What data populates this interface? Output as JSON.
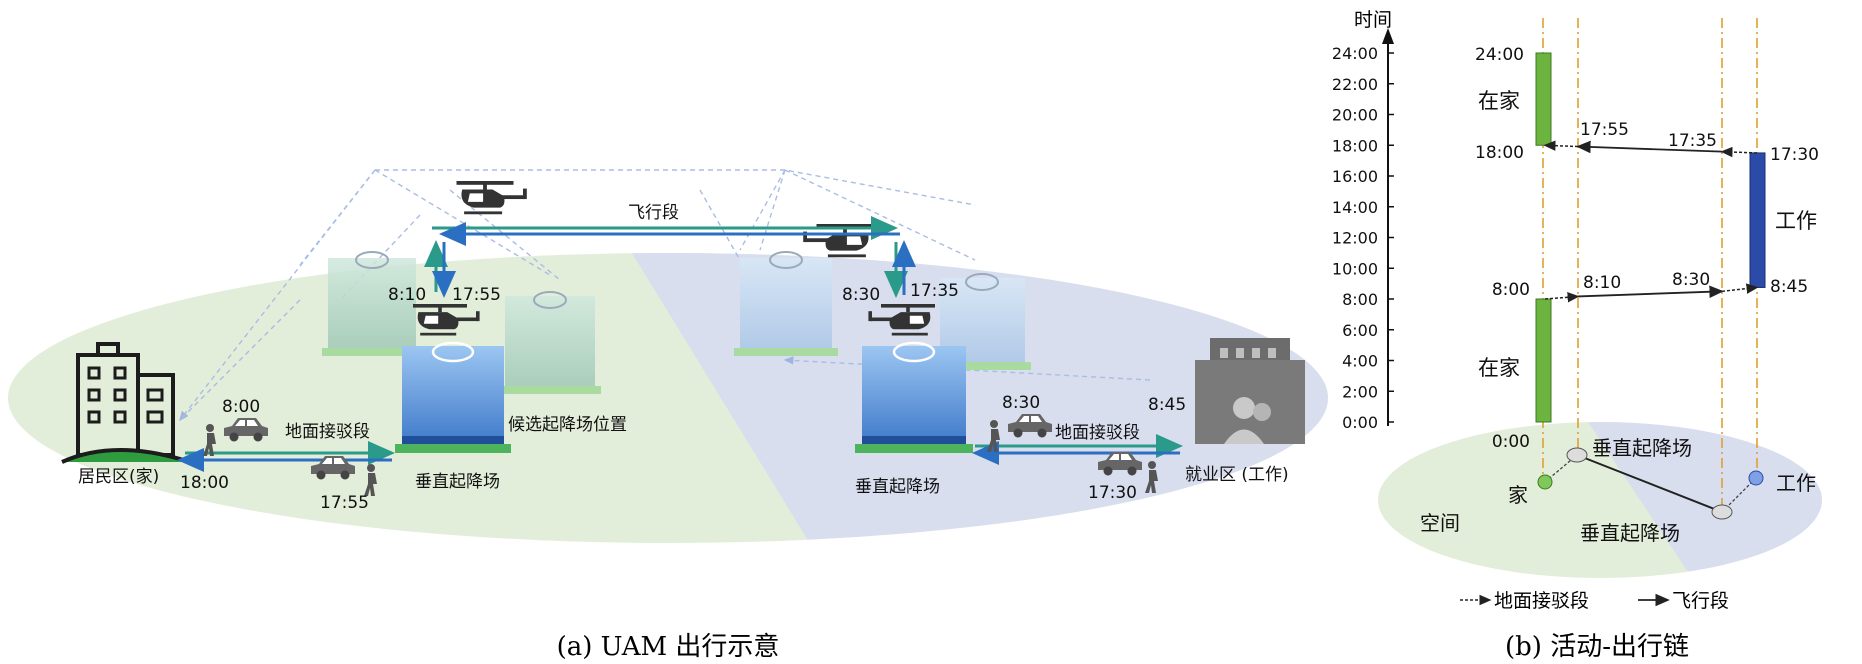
{
  "panel_a": {
    "caption": "(a) UAM 出行示意",
    "flight_label": "飞行段",
    "ground_label_left": "地面接驳段",
    "ground_label_right": "地面接驳段",
    "home_label": "居民区(家)",
    "work_label": "就业区 (工作)",
    "vertiport_left": "垂直起降场",
    "vertiport_right": "垂直起降场",
    "candidate_label": "候选起降场位置",
    "times": {
      "home_out": "8:00",
      "home_back": "18:00",
      "car_back_left": "17:55",
      "vp_left_up": "8:10",
      "vp_left_down": "17:55",
      "vp_right_down": "8:30",
      "vp_right_up": "17:35",
      "car_right_out": "8:30",
      "work_arrive": "8:45",
      "car_right_back": "17:30"
    }
  },
  "panel_b": {
    "caption": "(b) 活动-出行链",
    "axis_title": "时间",
    "y_ticks": [
      "24:00",
      "22:00",
      "20:00",
      "18:00",
      "16:00",
      "14:00",
      "12:00",
      "10:00",
      "8:00",
      "6:00",
      "4:00",
      "2:00",
      "0:00"
    ],
    "activities": {
      "home_top": "在家",
      "home_bottom": "在家",
      "work": "工作"
    },
    "home_bar_labels": {
      "top_end": "24:00",
      "top_start": "18:00",
      "bottom_end": "8:00",
      "bottom_start": "0:00"
    },
    "chain_times": {
      "a": "17:55",
      "b": "17:35",
      "c": "17:30",
      "d": "8:10",
      "e": "8:30",
      "f": "8:45"
    },
    "space": {
      "label": "空间",
      "home": "家",
      "work": "工作",
      "vertiport_a": "垂直起降场",
      "vertiport_b": "垂直起降场"
    },
    "legend": {
      "ground": "地面接驳段",
      "flight": "飞行段"
    },
    "colors": {
      "home": "#6db33f",
      "work": "#2c4aa8"
    }
  }
}
